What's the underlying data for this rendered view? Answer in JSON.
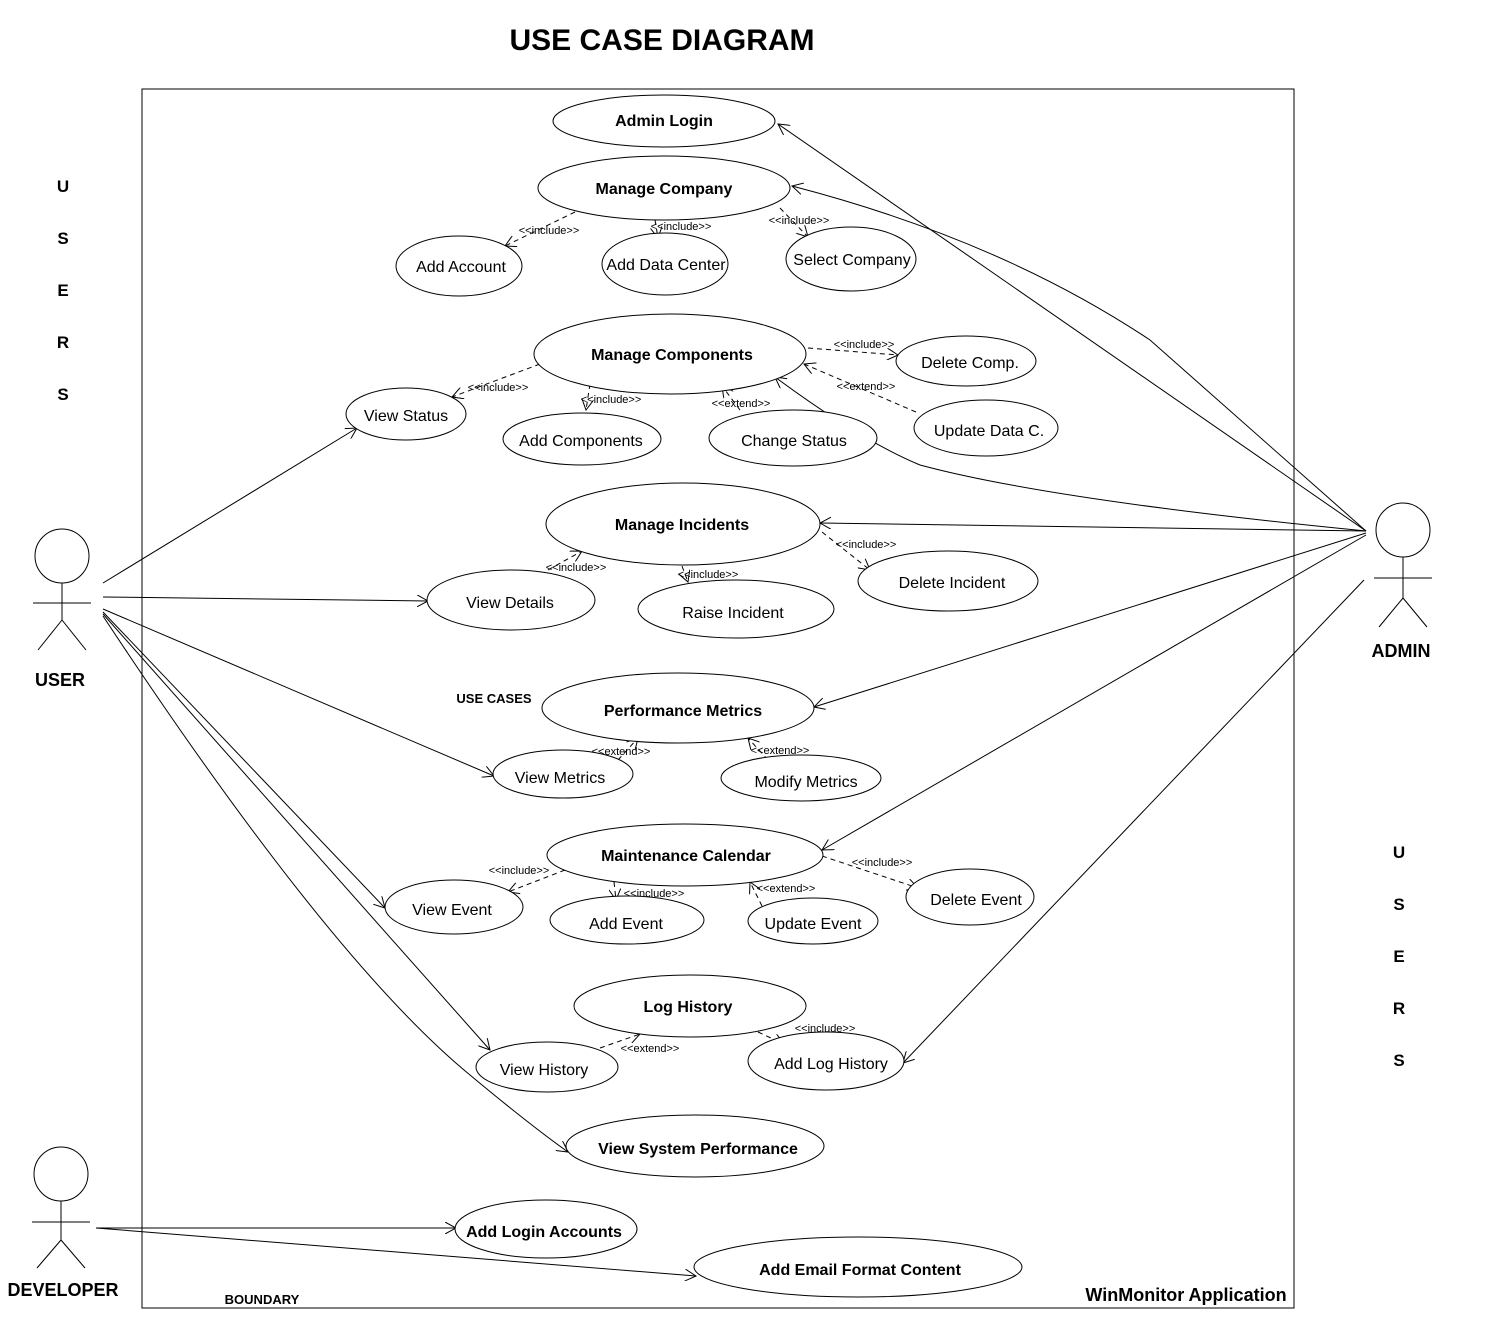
{
  "title": "USE CASE DIAGRAM",
  "system_name": "WinMonitor Application",
  "boundary_label": "BOUNDARY",
  "use_cases_label": "USE CASES",
  "side_letters_left": [
    "U",
    "S",
    "E",
    "R",
    "S"
  ],
  "side_letters_right": [
    "U",
    "S",
    "E",
    "R",
    "S"
  ],
  "actors": {
    "user": "USER",
    "admin": "ADMIN",
    "developer": "DEVELOPER"
  },
  "use_cases": {
    "admin_login": "Admin Login",
    "manage_company": "Manage Company",
    "add_account": "Add Account",
    "add_data_center": "Add Data Center",
    "select_company": "Select Company",
    "manage_components": "Manage Components",
    "delete_comp": "Delete Comp.",
    "update_data_c": "Update Data C.",
    "view_status": "View Status",
    "add_components": "Add Components",
    "change_status": "Change Status",
    "manage_incidents": "Manage Incidents",
    "delete_incident": "Delete Incident",
    "view_details": "View Details",
    "raise_incident": "Raise Incident",
    "performance_metrics": "Performance Metrics",
    "view_metrics": "View Metrics",
    "modify_metrics": "Modify Metrics",
    "maintenance_calendar": "Maintenance Calendar",
    "view_event": "View Event",
    "add_event": "Add Event",
    "update_event": "Update Event",
    "delete_event": "Delete Event",
    "log_history": "Log History",
    "view_history": "View History",
    "add_log_history": "Add Log History",
    "view_system_performance": "View System Performance",
    "add_login_accounts": "Add Login Accounts",
    "add_email_format_content": "Add Email Format Content"
  },
  "relations": {
    "include": "<<include>>",
    "extend": "<<extend>>"
  }
}
